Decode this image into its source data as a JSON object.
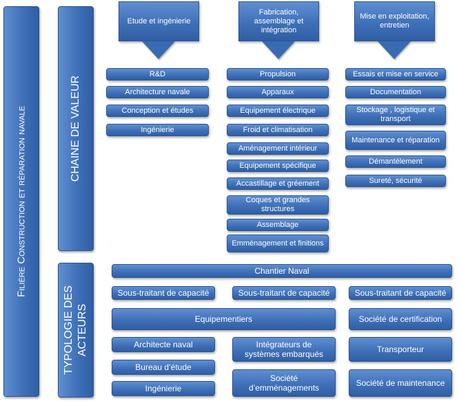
{
  "filiere_title": "Filière Construction et réparation navale",
  "chain": {
    "title": "CHAINE DE VALEUR",
    "headers": [
      "Etude et ingénierie",
      "Fabrication, assemblage et intégration",
      "Mise en exploitation, entretien"
    ],
    "col1": [
      "R&D",
      "Architecture navale",
      "Conception et études",
      "Ingénierie"
    ],
    "col2": [
      "Propulsion",
      "Apparaux",
      "Equipement électrique",
      "Froid et climatisation",
      "Aménagement intérieur",
      "Equipement spécifique",
      "Accastillage et gréement",
      "Coques et grandes structures",
      "Assemblage",
      "Emménagement et finitions"
    ],
    "col3": [
      "Essais et mise en service",
      "Documentation",
      "Stockage , logistique et transport",
      "Maintenance et réparation",
      "Démantèlement",
      "Sureté, sécurité"
    ]
  },
  "actors": {
    "title": "TYPOLOGIE DES ACTEURS",
    "chantier": "Chantier Naval",
    "sous_traitant": [
      "Sous-traitant de capacité",
      "Sous-traitant de capacité",
      "Sous-traitant de capacité"
    ],
    "equipementiers": "Equipementiers",
    "certification": "Société de certification",
    "architecte": "Architecte naval",
    "bureau": "Bureau d’étude",
    "ingenierie": "Ingénierie",
    "integrateurs": "Intégrateurs de systèmes embarqués",
    "emmenagements": "Société d’emménagements",
    "transporteur": "Transporteur",
    "maintenance": "Société de maintenance"
  }
}
